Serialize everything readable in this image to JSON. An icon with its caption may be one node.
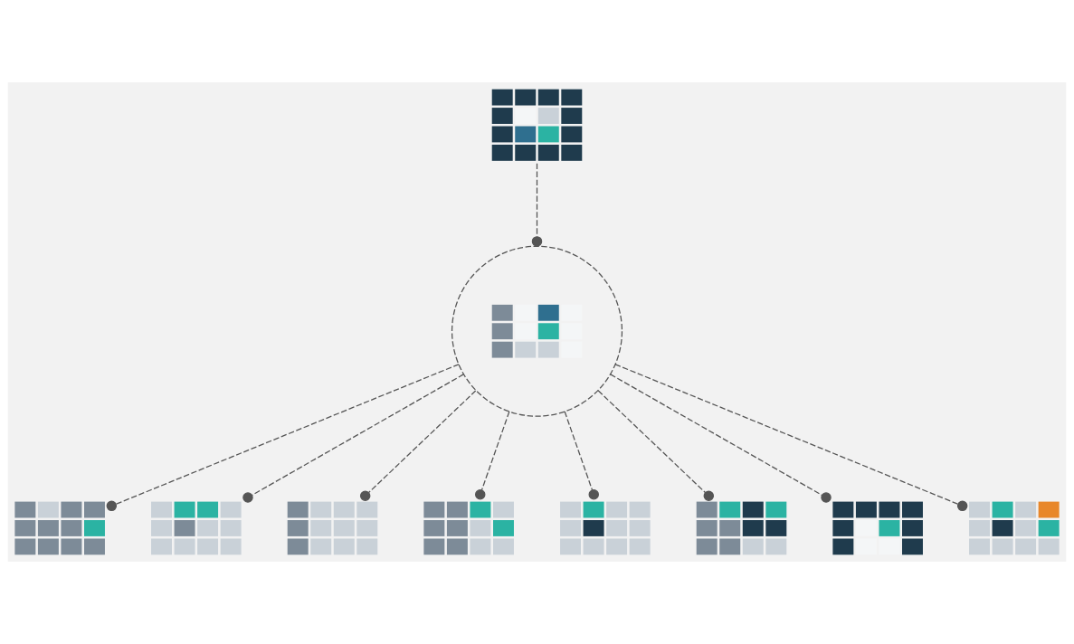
{
  "diagram": {
    "nodes": [
      {
        "text": [],
        "shape": "picture"
      },
      {
        "text": [],
        "shape": "picture"
      },
      {
        "text": [],
        "shape": "picture"
      },
      {
        "text": [],
        "shape": "circle"
      },
      {
        "text": [],
        "shape": "picture"
      },
      {
        "text": [],
        "shape": "picture"
      },
      {
        "text": [],
        "shape": "picture"
      },
      {
        "text": [],
        "shape": "picture"
      },
      {
        "text": [],
        "shape": "picture"
      },
      {
        "text": [],
        "shape": "picture"
      }
    ],
    "edges": [
      {
        "from": 0,
        "to": 3,
        "arrow": "other",
        "style": "dashed"
      },
      {
        "from": 3,
        "to": 1,
        "arrow": "other",
        "style": "dashed"
      },
      {
        "from": 3,
        "to": 2,
        "arrow": "other",
        "style": "dashed"
      },
      {
        "from": 3,
        "to": 4,
        "arrow": "other",
        "style": "dashed"
      },
      {
        "from": 3,
        "to": 5,
        "arrow": "other",
        "style": "dashed"
      },
      {
        "from": 3,
        "to": 6,
        "arrow": "other",
        "style": "dashed"
      },
      {
        "from": 3,
        "to": 7,
        "arrow": "other",
        "style": "dashed"
      },
      {
        "from": 3,
        "to": 8,
        "arrow": "other",
        "style": "dashed"
      },
      {
        "from": 3,
        "to": 9,
        "arrow": "other",
        "style": "dashed"
      }
    ]
  }
}
